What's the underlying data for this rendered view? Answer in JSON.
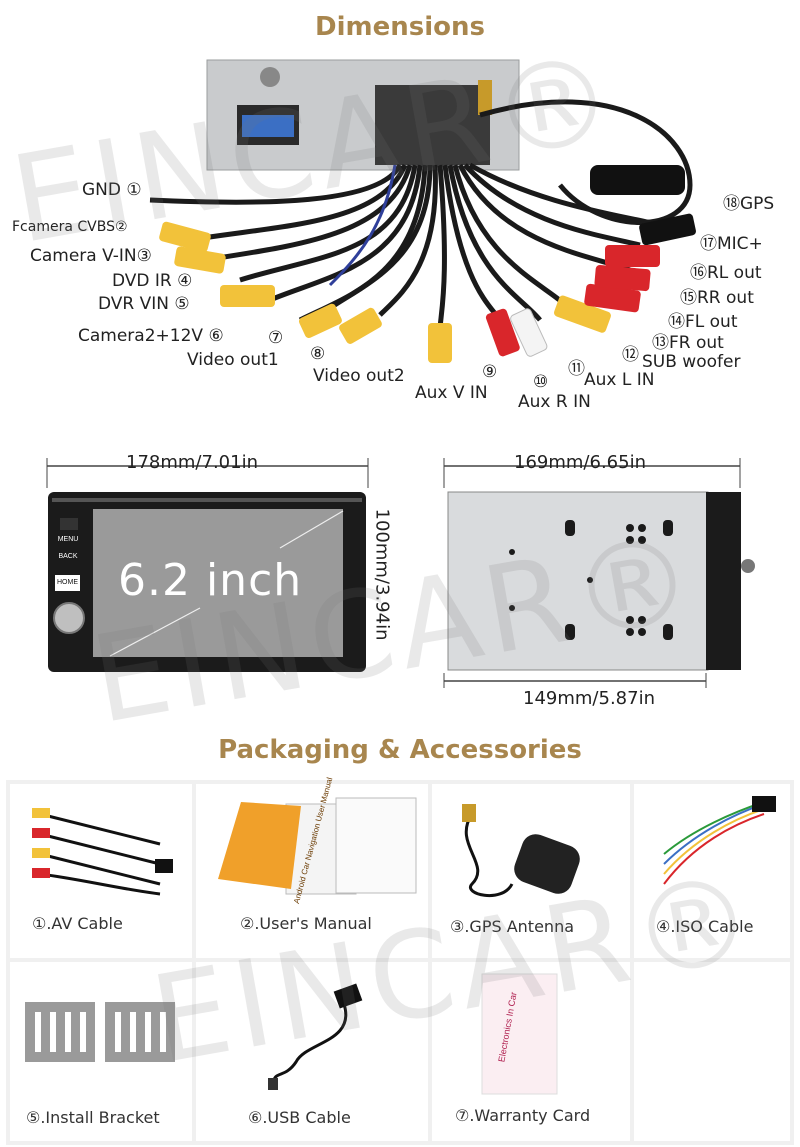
{
  "dimensions_title": "Dimensions",
  "wiring_labels": [
    {
      "text": "GND ①"
    },
    {
      "text": "Fcamera CVBS②"
    },
    {
      "text": "Camera V-IN③"
    },
    {
      "text": "DVD IR ④"
    },
    {
      "text": "DVR VIN ⑤"
    },
    {
      "text": "Camera2+12V ⑥"
    },
    {
      "text": "⑦"
    },
    {
      "text": "Video out1"
    },
    {
      "text": "⑧"
    },
    {
      "text": "Video out2"
    },
    {
      "text": "⑨"
    },
    {
      "text": "Aux V IN"
    },
    {
      "text": "⑩"
    },
    {
      "text": "Aux R IN"
    },
    {
      "text": "⑪"
    },
    {
      "text": "Aux L IN"
    },
    {
      "text": "⑫"
    },
    {
      "text": "SUB woofer"
    },
    {
      "text": "⑬FR out"
    },
    {
      "text": "⑭FL out"
    },
    {
      "text": "⑮RR out"
    },
    {
      "text": "⑯RL out"
    },
    {
      "text": "⑰MIC+"
    },
    {
      "text": "⑱GPS"
    }
  ],
  "front_width": "178mm/7.01in",
  "side_depth_top": "169mm/6.65in",
  "height": "100mm/3.94in",
  "side_depth_bottom": "149mm/5.87in",
  "screen_size": "6.2 inch",
  "buttons": {
    "menu": "MENU",
    "back": "BACK",
    "home": "HOME"
  },
  "watermark": "EINCAR®",
  "packaging_title": "Packaging & Accessories",
  "accessories": [
    {
      "caption": "①.AV Cable"
    },
    {
      "caption": "②.User's Manual"
    },
    {
      "caption": "③.GPS Antenna"
    },
    {
      "caption": "④.ISO Cable"
    },
    {
      "caption": "⑤.Install Bracket"
    },
    {
      "caption": "⑥.USB Cable"
    },
    {
      "caption": "⑦.Warranty Card"
    }
  ],
  "manual_cover": "Android Car Navigation User Manual",
  "warranty_cover": "Electronics In Car"
}
